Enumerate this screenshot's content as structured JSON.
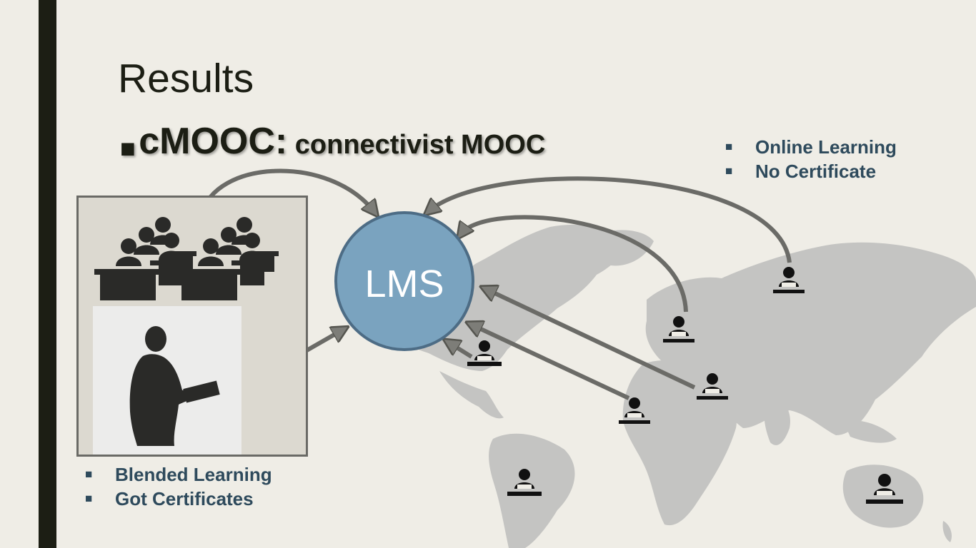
{
  "slide": {
    "title": "Results",
    "subtitle_bullet": "■",
    "subtitle_main": "cMOOC:",
    "subtitle_rest": " connectivist MOOC"
  },
  "online_list": {
    "items": [
      {
        "bullet": "■",
        "label": "Online Learning"
      },
      {
        "bullet": "■",
        "label": "No Certificate"
      }
    ]
  },
  "blended_list": {
    "items": [
      {
        "bullet": "■",
        "label": "Blended Learning"
      },
      {
        "bullet": "■",
        "label": "Got Certificates"
      }
    ]
  },
  "lms": {
    "label": "LMS"
  },
  "icons": {
    "classroom": "classroom-students-icon",
    "teacher": "teacher-silhouette-icon",
    "learner": "person-at-desk-icon",
    "map": "world-map"
  },
  "colors": {
    "background": "#efede6",
    "bar": "#1c1e14",
    "lms_fill": "#7aa3bf",
    "lms_stroke": "#4d6c85",
    "text_blue": "#2e4a5c",
    "arrow": "#6b6b67",
    "map": "#c4c4c2"
  }
}
